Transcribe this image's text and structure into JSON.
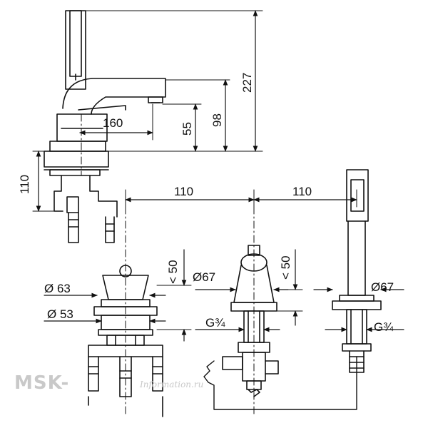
{
  "dimensions": {
    "overall_height": "227",
    "spout_height": "98",
    "lower_height": "55",
    "spout_reach": "160",
    "base_height": "110",
    "spacing_left": "110",
    "spacing_right": "110",
    "dia_63": "Ø 63",
    "dia_53": "Ø 53",
    "max_50_left": "< 50",
    "dia_67_center": "Ø67",
    "thread_center": "G¾",
    "max_50_right": "< 50",
    "dia_67_right": "Ø67",
    "thread_right": "G¾"
  },
  "watermark": {
    "brand": "MSK-",
    "tagline": "Information.ru"
  },
  "colors": {
    "line": "#111111",
    "watermark": "#c9c9c9",
    "background": "#ffffff"
  }
}
